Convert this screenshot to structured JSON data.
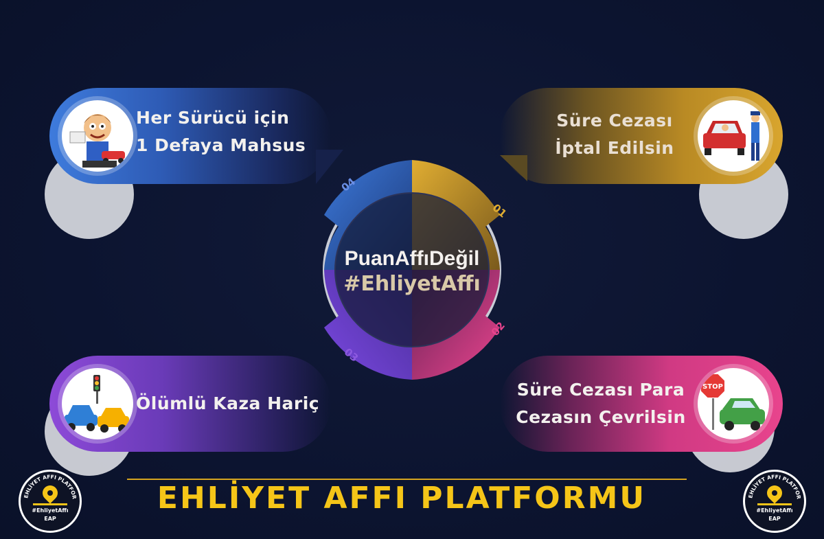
{
  "pills": {
    "p1": {
      "line1": "Her Sürücü için",
      "line2": "1 Defaya Mahsus",
      "icon": "cartoon-driver-with-car"
    },
    "p2": {
      "line1": "Süre Cezası",
      "line2": "İptal Edilsin",
      "icon": "police-officer-stopping-car"
    },
    "p3": {
      "line1": "Ölümlü Kaza Hariç",
      "icon": "car-crash-traffic-light"
    },
    "p4": {
      "line1": "Süre Cezası Para",
      "line2": "Cezasın Çevrilsin",
      "icon": "car-with-stop-sign"
    }
  },
  "gear": {
    "line1": "PuanAffıDeğil",
    "line2": "#EhliyetAffı",
    "numbers": [
      "01",
      "02",
      "03",
      "04"
    ]
  },
  "footer": {
    "title": "EHLİYET AFFI PLATFORMU",
    "badge_ring": "EHLİYET AFFI PLATFORMU",
    "badge_tag": "#EhliyetAffı",
    "badge_abbr": "EAP"
  },
  "stop_sign_text": "STOP",
  "colors": {
    "background": "#0d1530",
    "blue": "#3e7bdc",
    "gold": "#d8a52e",
    "purple": "#8d4ad8",
    "pink": "#e8448d",
    "title_yellow": "#f5c518"
  }
}
